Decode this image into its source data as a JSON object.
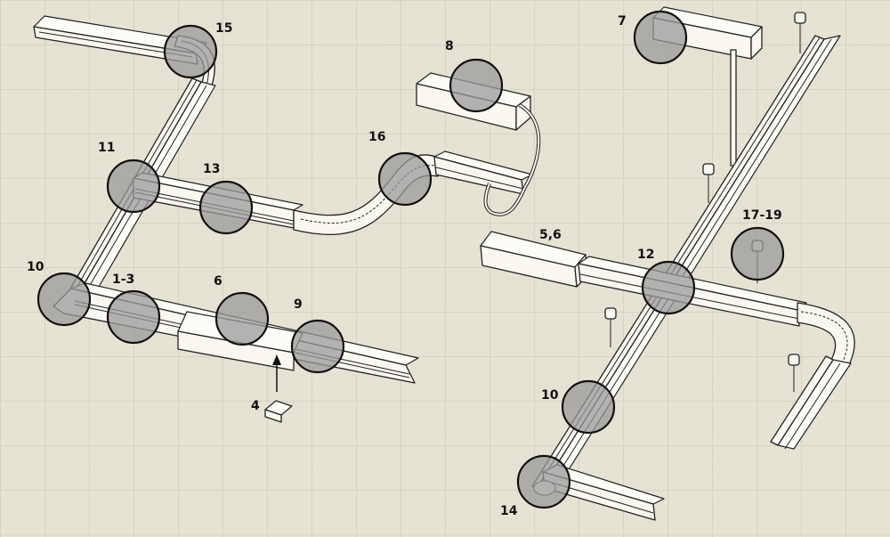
{
  "callouts": {
    "c15": "15",
    "c8": "8",
    "c7": "7",
    "c16": "16",
    "c11": "11",
    "c13": "13",
    "c17_19": "17-19",
    "c5_6": "5,6",
    "c12": "12",
    "c10_left": "10",
    "c1_3": "1-3",
    "c6": "6",
    "c9": "9",
    "c4": "4",
    "c10_right": "10",
    "c14": "14"
  },
  "colors": {
    "background": "#e6e2d4",
    "grid_major": "#cfcab9",
    "grid_minor": "#dad6c6",
    "component_fill": "#f9f7ef",
    "highlight_fill": "#9a9a9a",
    "line": "#222222"
  }
}
